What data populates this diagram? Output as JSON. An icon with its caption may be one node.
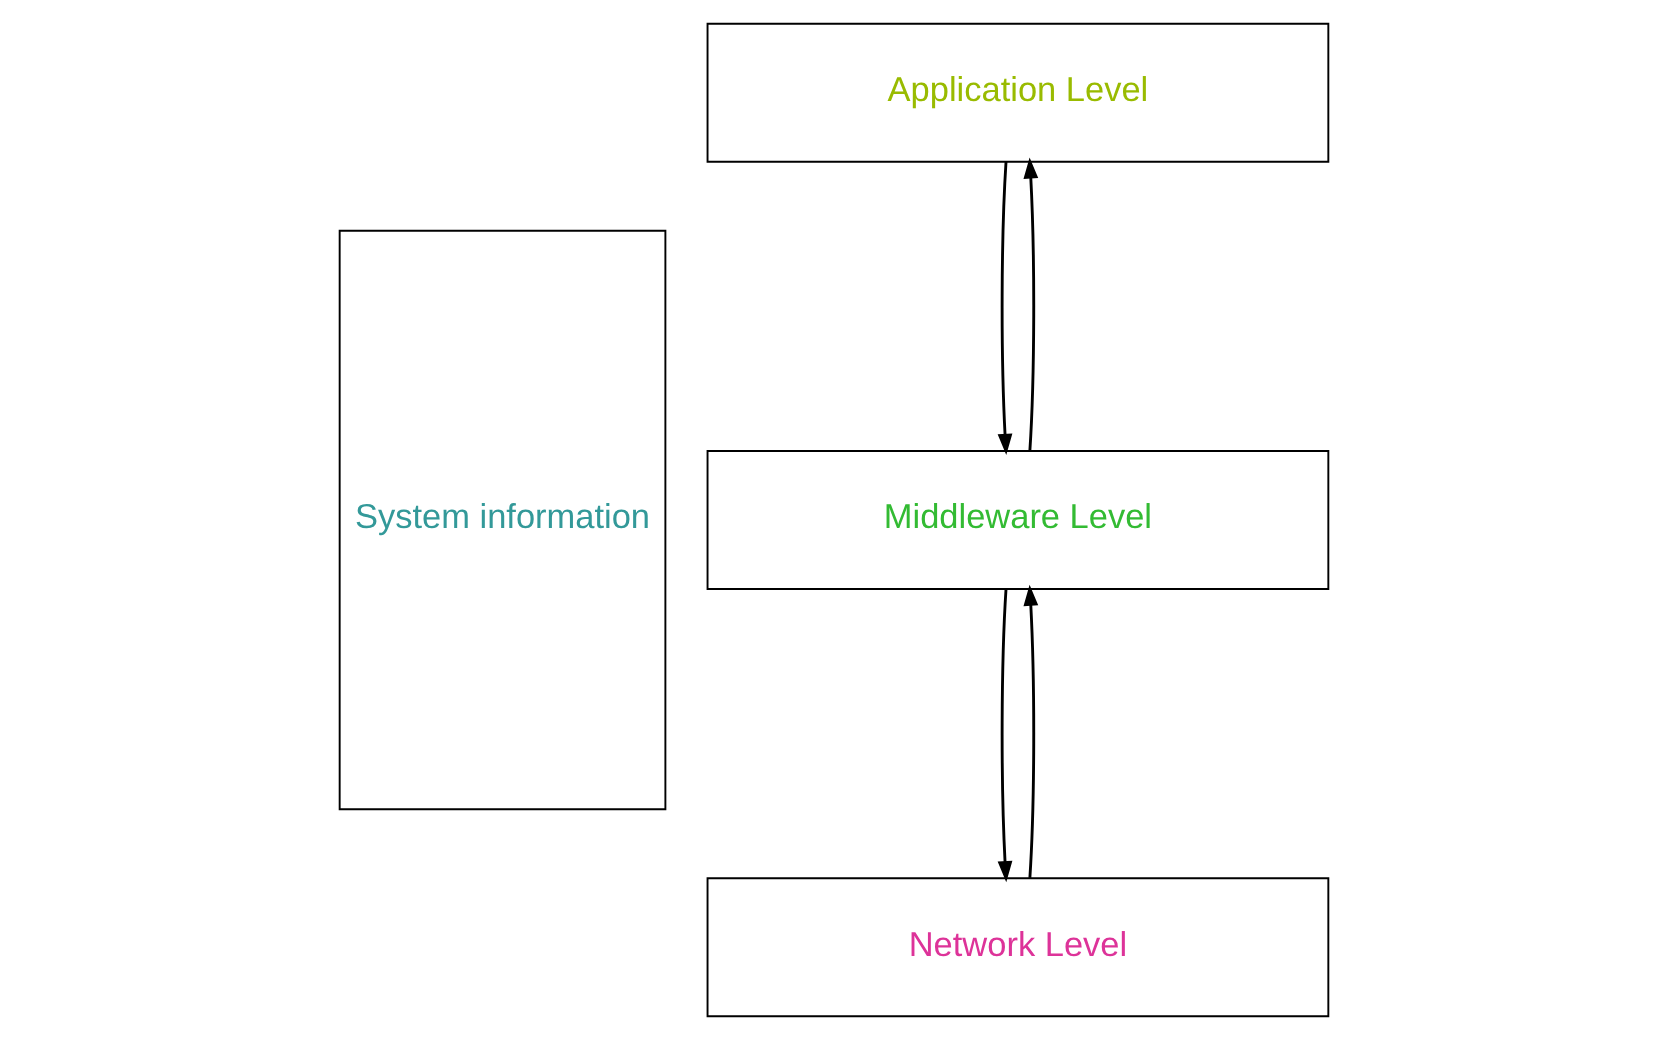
{
  "diagram": {
    "nodes": [
      {
        "text": [
          "System information"
        ]
      },
      {
        "text": [
          "Application Level"
        ]
      },
      {
        "text": [
          "Middleware Level"
        ]
      },
      {
        "text": [
          "Network Level"
        ]
      }
    ],
    "edges": [
      {
        "from": 2,
        "to": 1,
        "arrow": "to"
      },
      {
        "from": 1,
        "to": 2,
        "arrow": "to"
      },
      {
        "from": 3,
        "to": 2,
        "arrow": "to"
      },
      {
        "from": 2,
        "to": 3,
        "arrow": "to"
      }
    ]
  }
}
